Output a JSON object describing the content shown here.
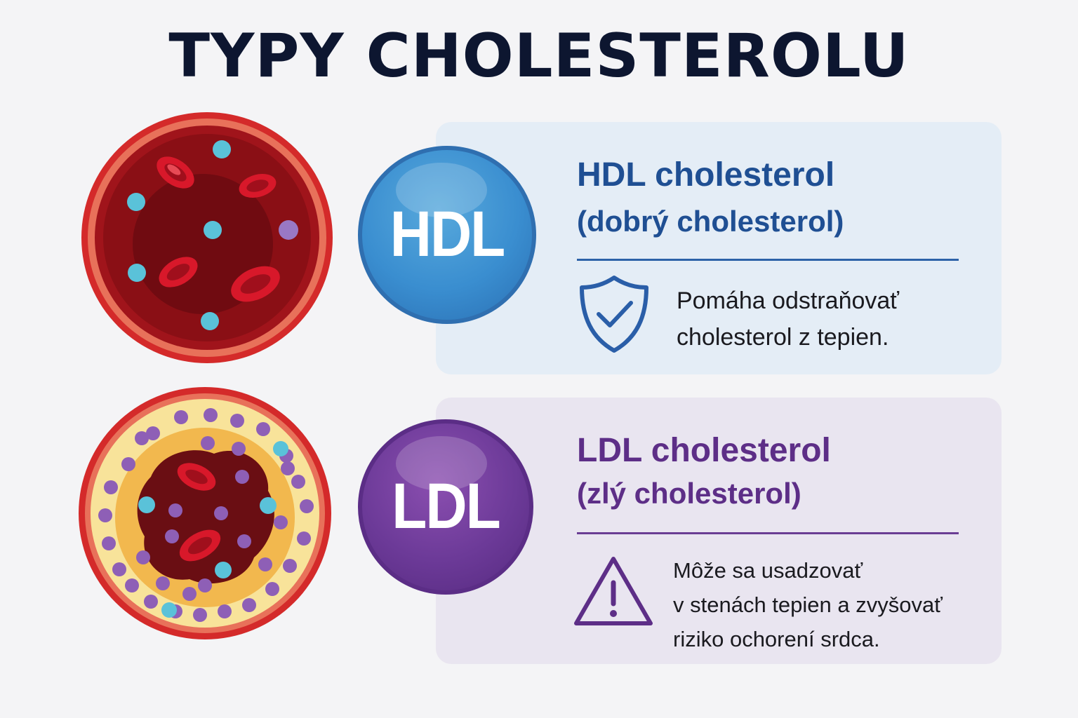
{
  "title": "TYPY CHOLESTEROLU",
  "hdl": {
    "badge": "HDL",
    "heading": "HDL cholesterol",
    "subheading": "(dobrý cholesterol)",
    "description": [
      "Pomáha odstraňovať",
      "cholesterol z tepien."
    ],
    "icon": "shield-check-icon",
    "color": "#1f4f93"
  },
  "ldl": {
    "badge": "LDL",
    "heading": "LDL cholesterol",
    "subheading": "(zlý cholesterol)",
    "description": [
      "Môže sa usadzovať",
      "v stenách tepien a zvyšovať",
      "riziko ochorení srdca."
    ],
    "icon": "warning-triangle-icon",
    "color": "#5d2e87"
  },
  "illustrations": {
    "healthy": "healthy-artery-cross-section",
    "clogged": "clogged-artery-cross-section"
  }
}
